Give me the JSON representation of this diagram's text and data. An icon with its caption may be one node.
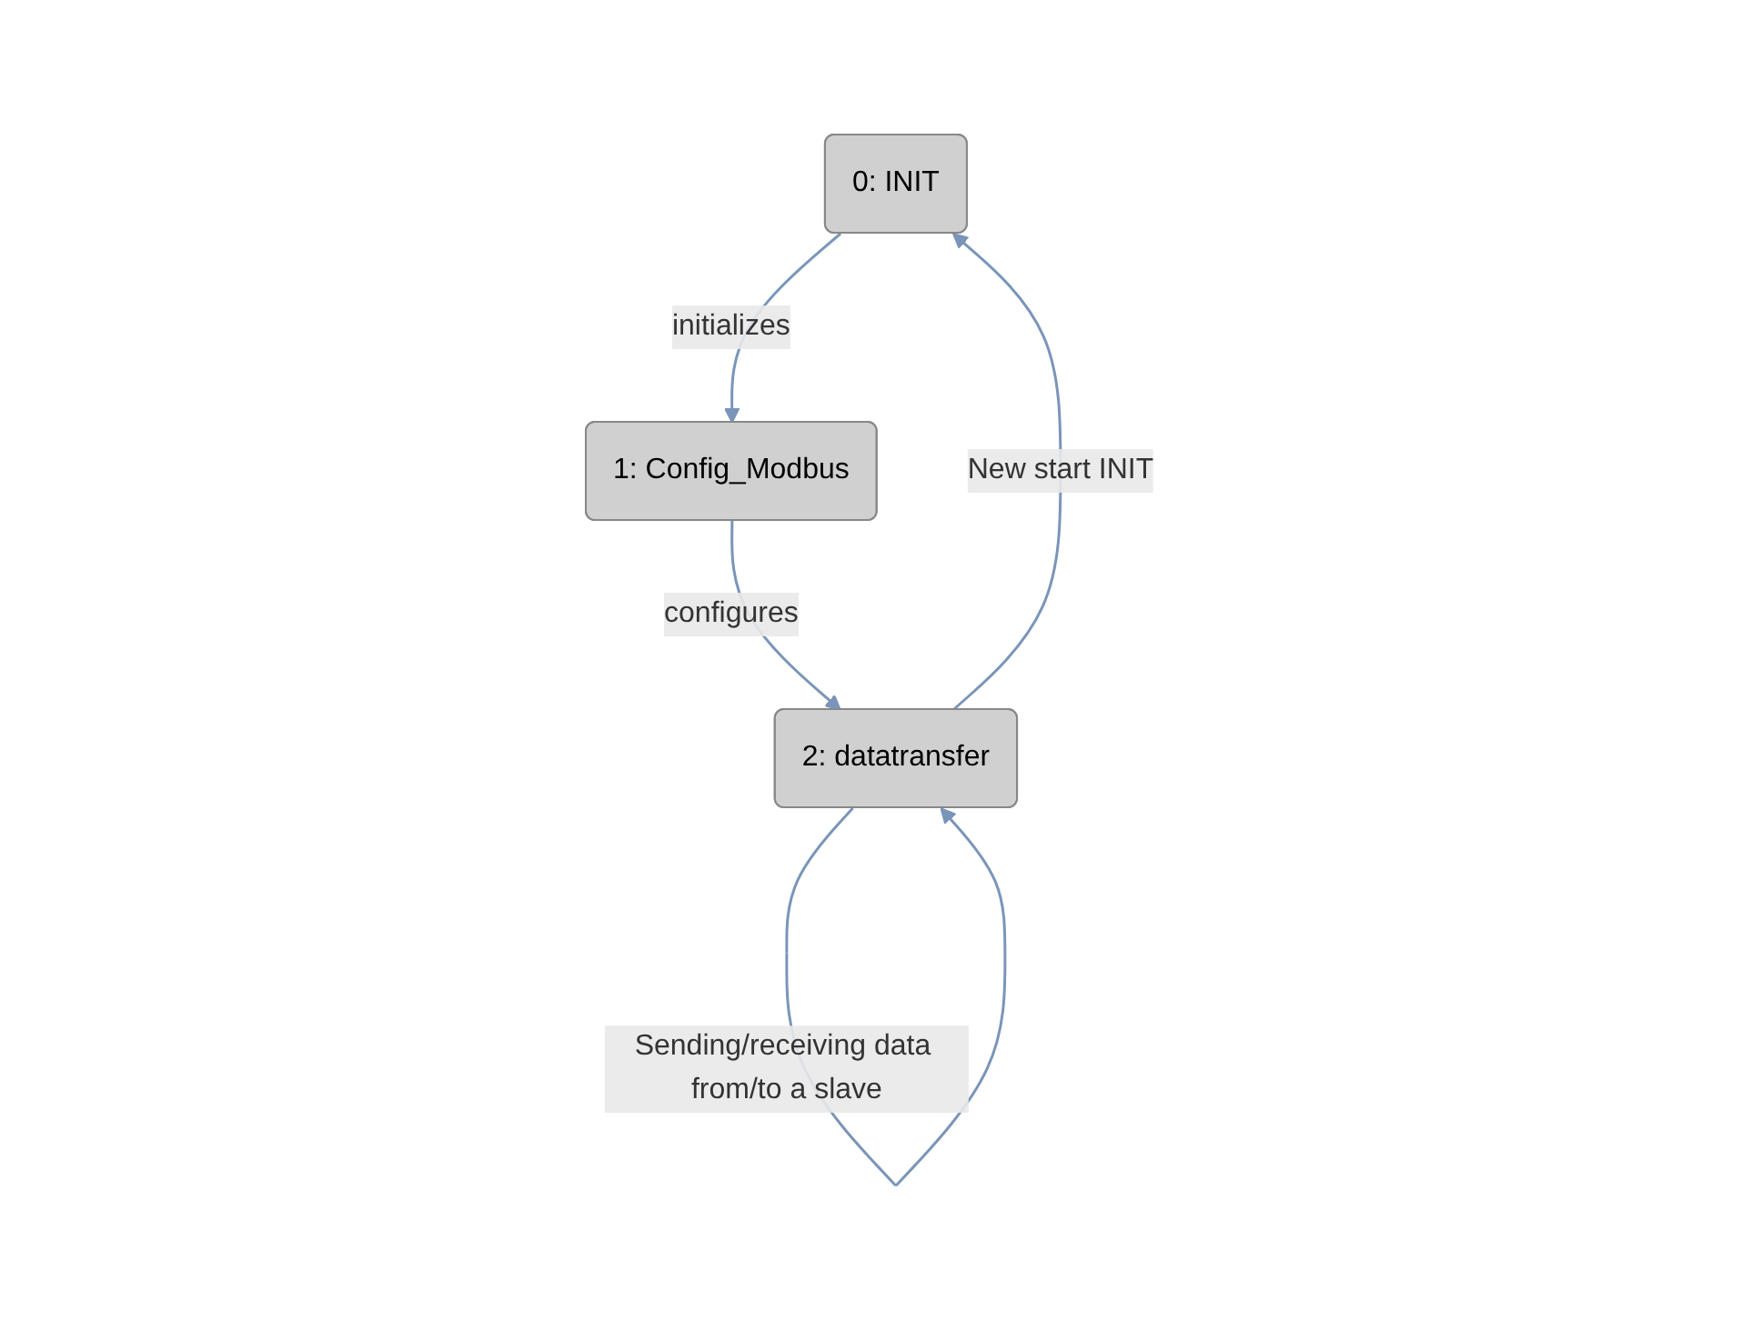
{
  "diagram": {
    "nodes": [
      {
        "text": [
          "0: INIT"
        ]
      },
      {
        "text": [
          "1: Config_Modbus"
        ]
      },
      {
        "text": [
          "2: datatransfer"
        ]
      }
    ],
    "edges": [
      {
        "from": 0,
        "to": 1,
        "arrow": "to",
        "label": "initializes"
      },
      {
        "from": 1,
        "to": 2,
        "arrow": "to",
        "label": "configures"
      },
      {
        "from": 2,
        "to": 0,
        "arrow": "to",
        "label": "New start INIT"
      },
      {
        "from": 2,
        "to": 2,
        "arrow": "to",
        "label": "Sending/receiving data from/to a slave"
      }
    ]
  }
}
